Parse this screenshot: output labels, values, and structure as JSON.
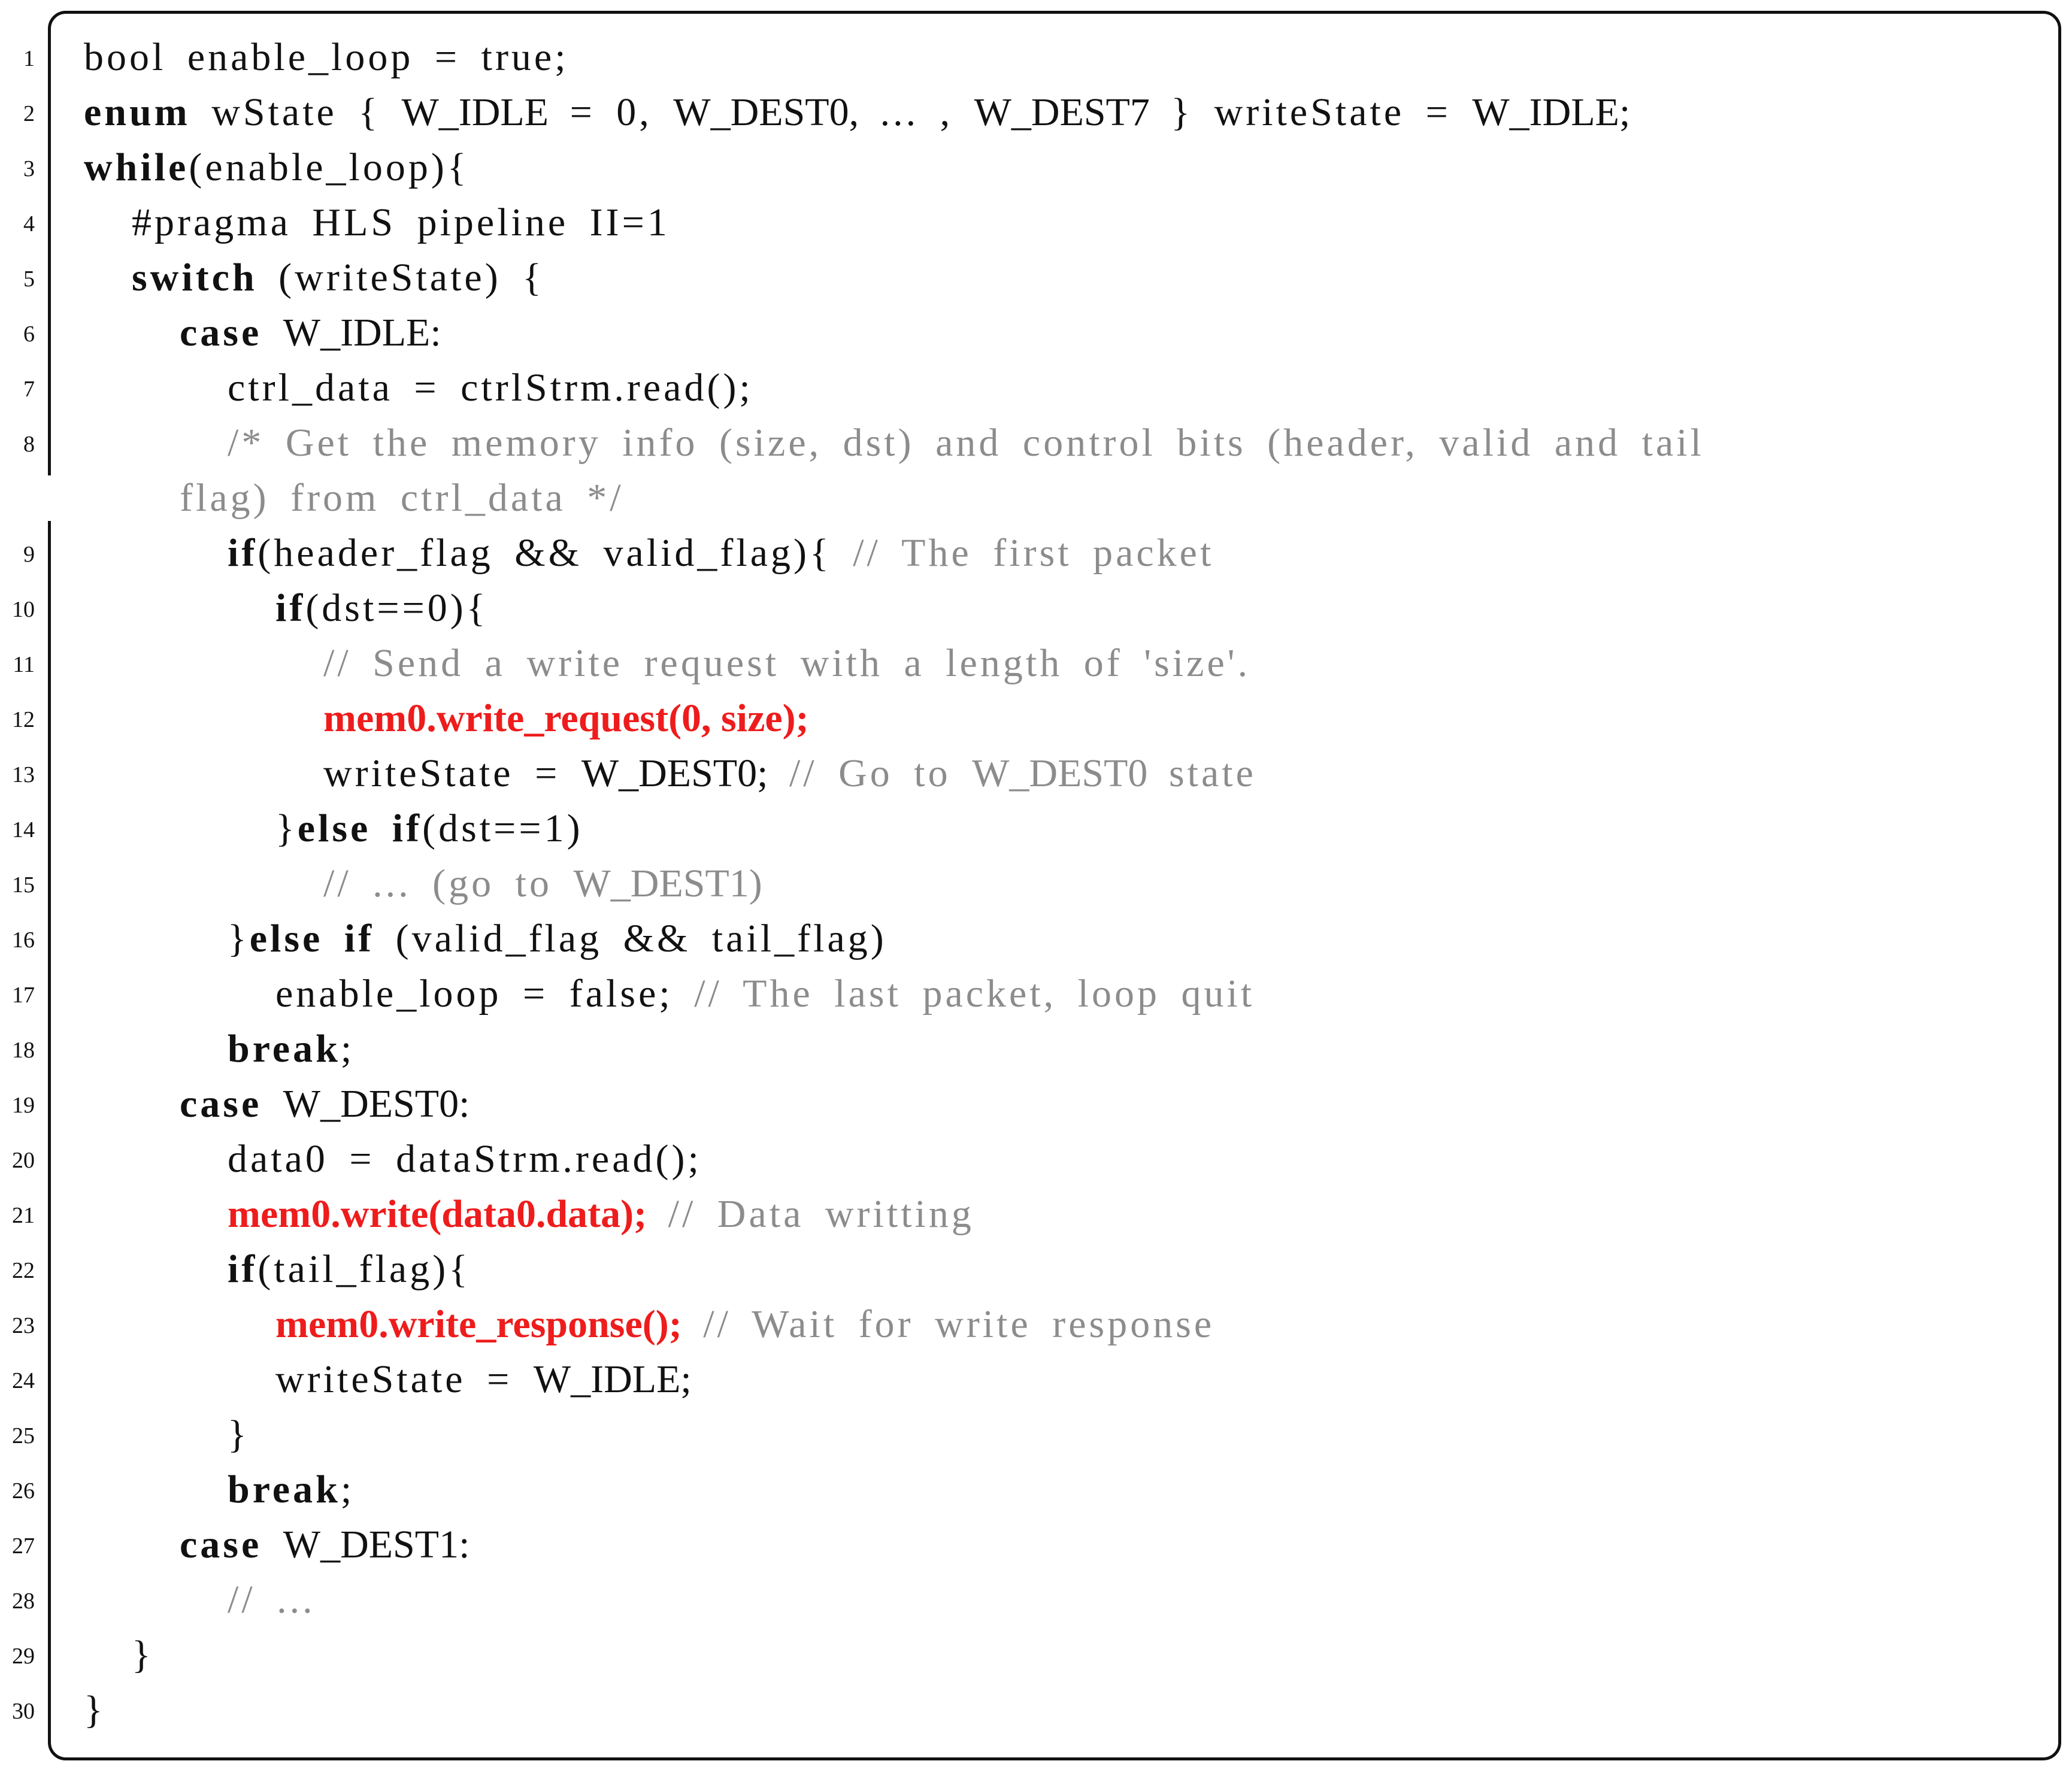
{
  "code_listing": {
    "lines": [
      {
        "n": "1",
        "indent": 0,
        "segs": [
          {
            "t": "bool enable_loop = true;",
            "c": "code"
          }
        ]
      },
      {
        "n": "2",
        "indent": 0,
        "segs": [
          {
            "t": "enum",
            "c": "kw"
          },
          {
            "t": " wState { ",
            "c": "code"
          },
          {
            "t": "W_IDLE",
            "c": "tight"
          },
          {
            "t": " = 0, ",
            "c": "code"
          },
          {
            "t": "W_DEST0,",
            "c": "tight"
          },
          {
            "t": " ... , ",
            "c": "code"
          },
          {
            "t": "W_DEST7",
            "c": "tight"
          },
          {
            "t": " } writeState = ",
            "c": "code"
          },
          {
            "t": "W_IDLE;",
            "c": "tight"
          }
        ]
      },
      {
        "n": "3",
        "indent": 0,
        "segs": [
          {
            "t": "while",
            "c": "kw"
          },
          {
            "t": "(enable_loop){",
            "c": "code"
          }
        ]
      },
      {
        "n": "4",
        "indent": 1,
        "segs": [
          {
            "t": "#pragma HLS pipeline II=1",
            "c": "code"
          }
        ]
      },
      {
        "n": "5",
        "indent": 1,
        "segs": [
          {
            "t": "switch",
            "c": "kw"
          },
          {
            "t": " (writeState) {",
            "c": "code"
          }
        ]
      },
      {
        "n": "6",
        "indent": 2,
        "segs": [
          {
            "t": "case",
            "c": "kw"
          },
          {
            "t": " ",
            "c": "code"
          },
          {
            "t": "W_IDLE:",
            "c": "tight"
          }
        ]
      },
      {
        "n": "7",
        "indent": 3,
        "segs": [
          {
            "t": "ctrl_data = ctrlStrm.read();",
            "c": "code"
          }
        ]
      },
      {
        "n": "8",
        "indent": 3,
        "segs": [
          {
            "t": "/* Get the memory info (size, dst) and control bits (header, valid and tail",
            "c": "cm"
          }
        ]
      },
      {
        "n": "",
        "indent": 2,
        "wrap": true,
        "segs": [
          {
            "t": "flag) from ctrl_data */",
            "c": "cm"
          }
        ]
      },
      {
        "n": "9",
        "indent": 3,
        "segs": [
          {
            "t": "if",
            "c": "kw"
          },
          {
            "t": "(header_flag && valid_flag){ ",
            "c": "code"
          },
          {
            "t": "// The first packet",
            "c": "cm"
          }
        ]
      },
      {
        "n": "10",
        "indent": 4,
        "segs": [
          {
            "t": "if",
            "c": "kw"
          },
          {
            "t": "(dst==0){",
            "c": "code"
          }
        ]
      },
      {
        "n": "11",
        "indent": 5,
        "segs": [
          {
            "t": "// Send a write request with a length of 'size'.",
            "c": "cm"
          }
        ]
      },
      {
        "n": "12",
        "indent": 5,
        "segs": [
          {
            "t": "mem0.write_request(0, size);",
            "c": "hl"
          }
        ]
      },
      {
        "n": "13",
        "indent": 5,
        "segs": [
          {
            "t": "writeState = ",
            "c": "code"
          },
          {
            "t": "W_DEST0;",
            "c": "tight"
          },
          {
            "t": " ",
            "c": "code"
          },
          {
            "t": "// Go to ",
            "c": "cm"
          },
          {
            "t": "W_DEST0",
            "c": "cm tight"
          },
          {
            "t": " state",
            "c": "cm"
          }
        ]
      },
      {
        "n": "14",
        "indent": 4,
        "segs": [
          {
            "t": "}",
            "c": "code"
          },
          {
            "t": "else",
            "c": "kw"
          },
          {
            "t": " ",
            "c": "code"
          },
          {
            "t": "if",
            "c": "kw"
          },
          {
            "t": "(dst==1)",
            "c": "code"
          }
        ]
      },
      {
        "n": "15",
        "indent": 5,
        "segs": [
          {
            "t": "// ... (go to ",
            "c": "cm"
          },
          {
            "t": "W_DEST1)",
            "c": "cm tight"
          }
        ]
      },
      {
        "n": "16",
        "indent": 3,
        "segs": [
          {
            "t": "}",
            "c": "code"
          },
          {
            "t": "else",
            "c": "kw"
          },
          {
            "t": " ",
            "c": "code"
          },
          {
            "t": "if",
            "c": "kw"
          },
          {
            "t": " (valid_flag && tail_flag)",
            "c": "code"
          }
        ]
      },
      {
        "n": "17",
        "indent": 4,
        "segs": [
          {
            "t": "enable_loop = false; ",
            "c": "code"
          },
          {
            "t": "// The last packet, loop quit",
            "c": "cm"
          }
        ]
      },
      {
        "n": "18",
        "indent": 3,
        "segs": [
          {
            "t": "break",
            "c": "kw"
          },
          {
            "t": ";",
            "c": "code"
          }
        ]
      },
      {
        "n": "19",
        "indent": 2,
        "segs": [
          {
            "t": "case",
            "c": "kw"
          },
          {
            "t": " ",
            "c": "code"
          },
          {
            "t": "W_DEST0:",
            "c": "tight"
          }
        ]
      },
      {
        "n": "20",
        "indent": 3,
        "segs": [
          {
            "t": "data0 = dataStrm.read();",
            "c": "code"
          }
        ]
      },
      {
        "n": "21",
        "indent": 3,
        "segs": [
          {
            "t": "mem0.write(data0.data);",
            "c": "hl"
          },
          {
            "t": " ",
            "c": "code"
          },
          {
            "t": "// Data writting",
            "c": "cm"
          }
        ]
      },
      {
        "n": "22",
        "indent": 3,
        "segs": [
          {
            "t": "if",
            "c": "kw"
          },
          {
            "t": "(tail_flag){",
            "c": "code"
          }
        ]
      },
      {
        "n": "23",
        "indent": 4,
        "segs": [
          {
            "t": "mem0.write_response();",
            "c": "hl"
          },
          {
            "t": " ",
            "c": "code"
          },
          {
            "t": "// Wait for write response",
            "c": "cm"
          }
        ]
      },
      {
        "n": "24",
        "indent": 4,
        "segs": [
          {
            "t": "writeState = ",
            "c": "code"
          },
          {
            "t": "W_IDLE;",
            "c": "tight"
          }
        ]
      },
      {
        "n": "25",
        "indent": 3,
        "segs": [
          {
            "t": "}",
            "c": "code"
          }
        ]
      },
      {
        "n": "26",
        "indent": 3,
        "segs": [
          {
            "t": "break",
            "c": "kw"
          },
          {
            "t": ";",
            "c": "code"
          }
        ]
      },
      {
        "n": "27",
        "indent": 2,
        "segs": [
          {
            "t": "case",
            "c": "kw"
          },
          {
            "t": " ",
            "c": "code"
          },
          {
            "t": "W_DEST1:",
            "c": "tight"
          }
        ]
      },
      {
        "n": "28",
        "indent": 3,
        "segs": [
          {
            "t": "// ...",
            "c": "cm"
          }
        ]
      },
      {
        "n": "29",
        "indent": 1,
        "segs": [
          {
            "t": "}",
            "c": "code"
          }
        ]
      },
      {
        "n": "30",
        "indent": 0,
        "segs": [
          {
            "t": "}",
            "c": "code"
          }
        ]
      }
    ]
  }
}
